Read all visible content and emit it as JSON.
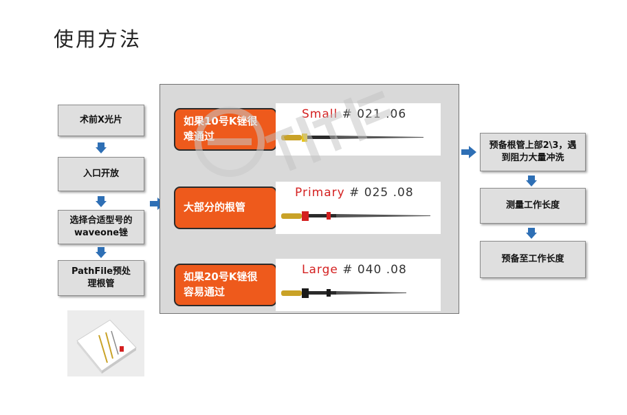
{
  "title": "使用方法",
  "left_steps": [
    "术前X光片",
    "入口开放",
    "选择合适型号的waveone锉",
    "PathFile预处理根管"
  ],
  "middle": [
    {
      "condition": "如果10号K锉很难通过",
      "file_name": "Small",
      "file_size": "# 021 .06",
      "band_color": "#e8c51a"
    },
    {
      "condition": "大部分的根管",
      "file_name": "Primary",
      "file_size": "# 025 .08",
      "band_color": "#d42020"
    },
    {
      "condition": "如果20号K锉很容易通过",
      "file_name": "Large",
      "file_size": "# 040 .08",
      "band_color": "#1a1a1a"
    }
  ],
  "right_steps": [
    "预备根管上部2\\3，遇到阻力大量冲洗",
    "测量工作长度",
    "预备至工作长度"
  ],
  "colors": {
    "accent_orange": "#ee5a1c",
    "arrow_blue": "#2e6fb5",
    "box_gray": "#dfdfdf"
  }
}
